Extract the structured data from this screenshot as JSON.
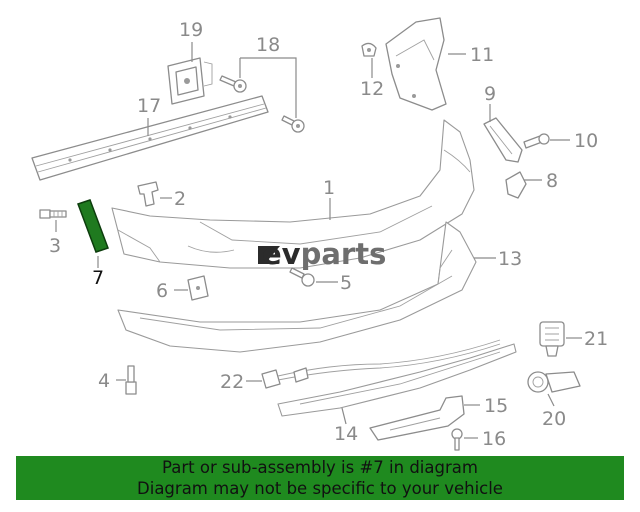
{
  "watermark": {
    "prefix": "ev",
    "suffix": "parts"
  },
  "callouts": {
    "c1": "1",
    "c2": "2",
    "c3": "3",
    "c4": "4",
    "c5": "5",
    "c6": "6",
    "c7": "7",
    "c8": "8",
    "c9": "9",
    "c10": "10",
    "c11": "11",
    "c12": "12",
    "c13": "13",
    "c14": "14",
    "c15": "15",
    "c16": "16",
    "c17": "17",
    "c18": "18",
    "c19": "19",
    "c20": "20",
    "c21": "21",
    "c22": "22"
  },
  "highlighted_part": "7",
  "colors": {
    "highlight": "#1f7a1f",
    "banner": "#1f8a1f",
    "line": "#8c8c8c"
  },
  "banner": {
    "line1": "Part or sub-assembly is #7 in diagram",
    "line2": "Diagram may not be specific to your vehicle"
  }
}
